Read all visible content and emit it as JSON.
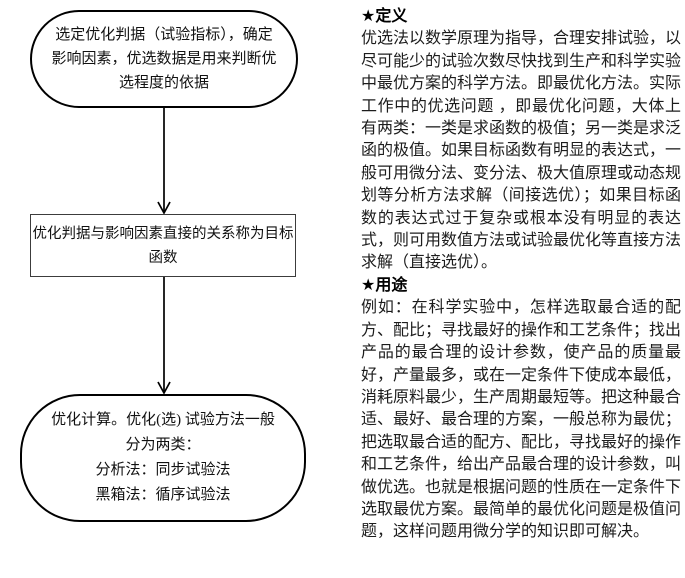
{
  "flowchart": {
    "start_node": {
      "text": "选定优化判据（试验指标），确定\n影响因素，优选数据是用来判断优\n选程度的依据"
    },
    "process_node": {
      "text": "优化判据与影响因素直接的关系称为目标\n函数"
    },
    "end_node": {
      "text": "优化计算。优化(选) 试验方法一般\n分为两类：\n分析法：同步试验法\n黑箱法：循序试验法"
    }
  },
  "article": {
    "definition": {
      "header": "★定义",
      "body": "优选法以数学原理为指导，合理安排试验，以尽可能少的试验次数尽快找到生产和科学实验中最优方案的科学方法。即最优化方法。实际工作中的优选问题 ，即最优化问题，大体上有两类：一类是求函数的极值；另一类是求泛函的极值。如果目标函数有明显的表达式，一般可用微分法、变分法、极大值原理或动态规划等分析方法求解（间接选优）；如果目标函数的表达式过于复杂或根本没有明显的表达式，则可用数值方法或试验最优化等直接方法求解（直接选优）。"
    },
    "usage": {
      "header": "★用途",
      "body": "例如：在科学实验中，怎样选取最合适的配方、配比；寻找最好的操作和工艺条件；找出产品的最合理的设计参数，使产品的质量最好，产量最多，或在一定条件下使成本最低，消耗原料最少，生产周期最短等。把这种最合适、最好、最合理的方案，一般总称为最优；把选取最合适的配方、配比，寻找最好的操作和工艺条件，给出产品最合理的设计参数，叫做优选。也就是根据问题的性质在一定条件下选取最优方案。最简单的最优化问题是极值问题，这样问题用微分学的知识即可解决。"
    }
  },
  "colors": {
    "background": "#ffffff",
    "line": "#000000",
    "text": "#1a1a1a"
  }
}
